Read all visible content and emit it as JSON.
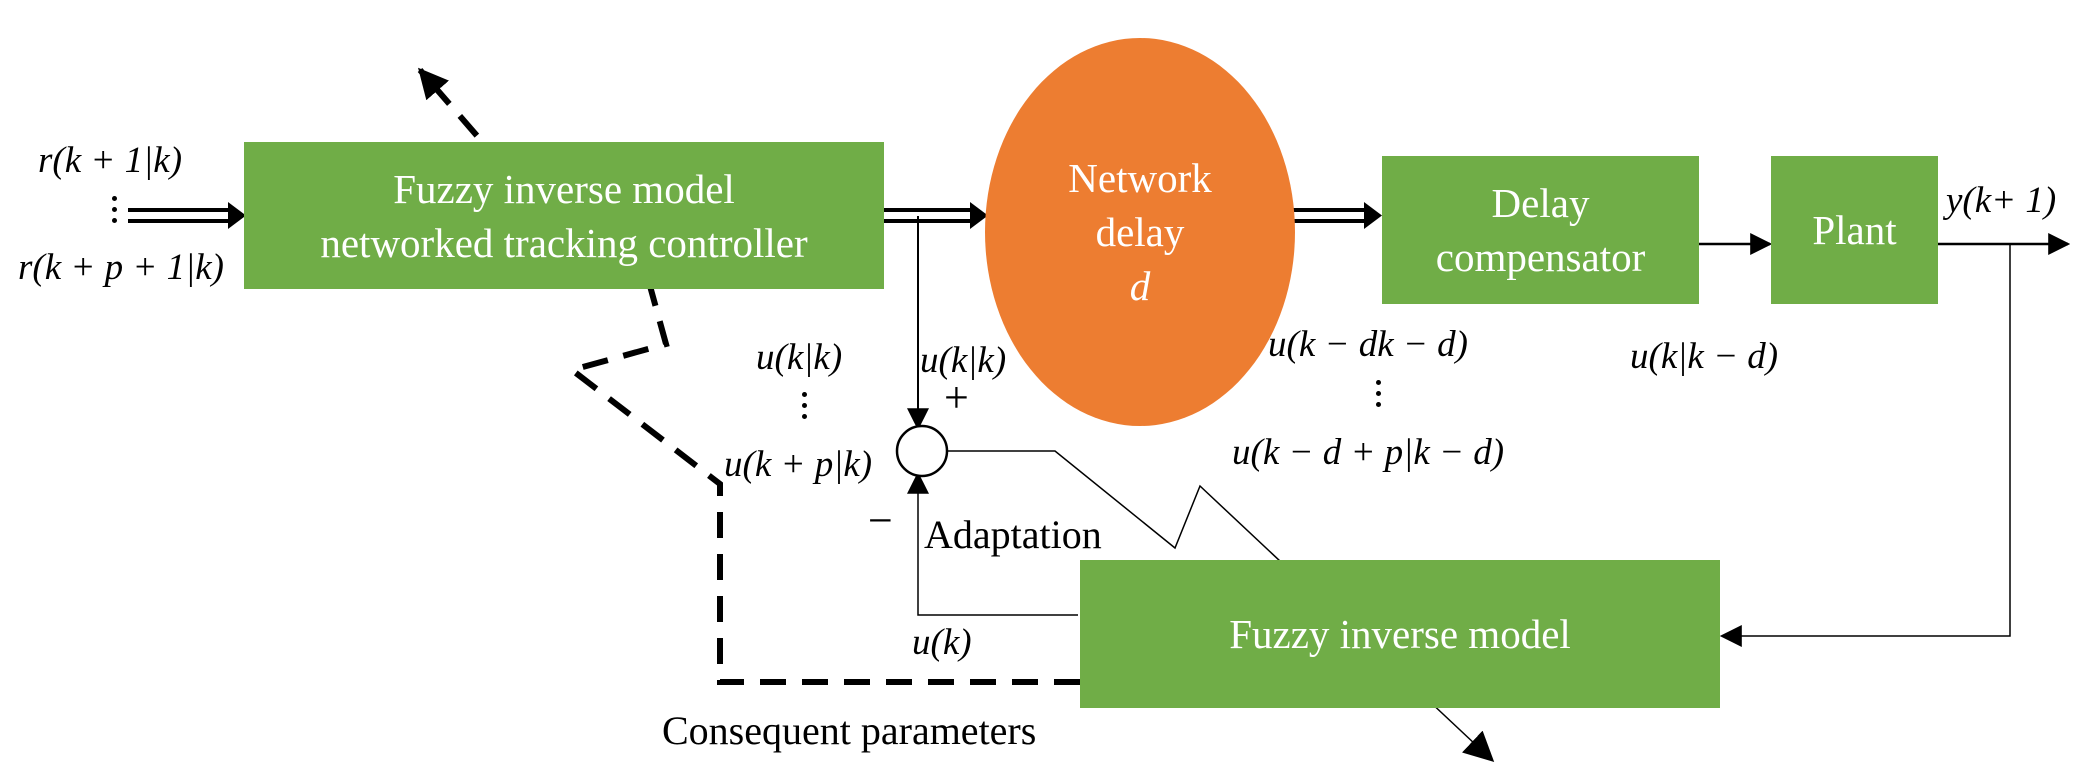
{
  "blocks": {
    "controller": {
      "line1": "Fuzzy inverse model",
      "line2": "networked tracking controller"
    },
    "network_delay": {
      "line1": "Network",
      "line2": "delay",
      "symbol": "d"
    },
    "delay_compensator": {
      "line1": "Delay",
      "line2": "compensator"
    },
    "plant": {
      "label": "Plant"
    },
    "fuzzy_inverse_model": {
      "label": "Fuzzy inverse model"
    }
  },
  "signals": {
    "ref_first": "r(k + 1|k)",
    "ref_last": "r(k + p + 1|k)",
    "output": "y(k+ 1)",
    "u_top_list_first": "u(k|k)",
    "u_top_list_last": "u(k + p|k)",
    "u_into_summer": "u(k|k)",
    "delayed_first": "u(k − dk − d)",
    "delayed_last": "u(k − d + p|k − d)",
    "compensated": "u(k|k − d)",
    "u_model": "u(k)"
  },
  "summer": {
    "plus": "+",
    "minus": "−"
  },
  "annotations": {
    "adaptation": "Adaptation",
    "consequent_parameters": "Consequent parameters"
  },
  "colors": {
    "block_green": "#70ad47",
    "delay_orange": "#ed7d31",
    "block_text": "#ffffff",
    "line": "#000000"
  }
}
